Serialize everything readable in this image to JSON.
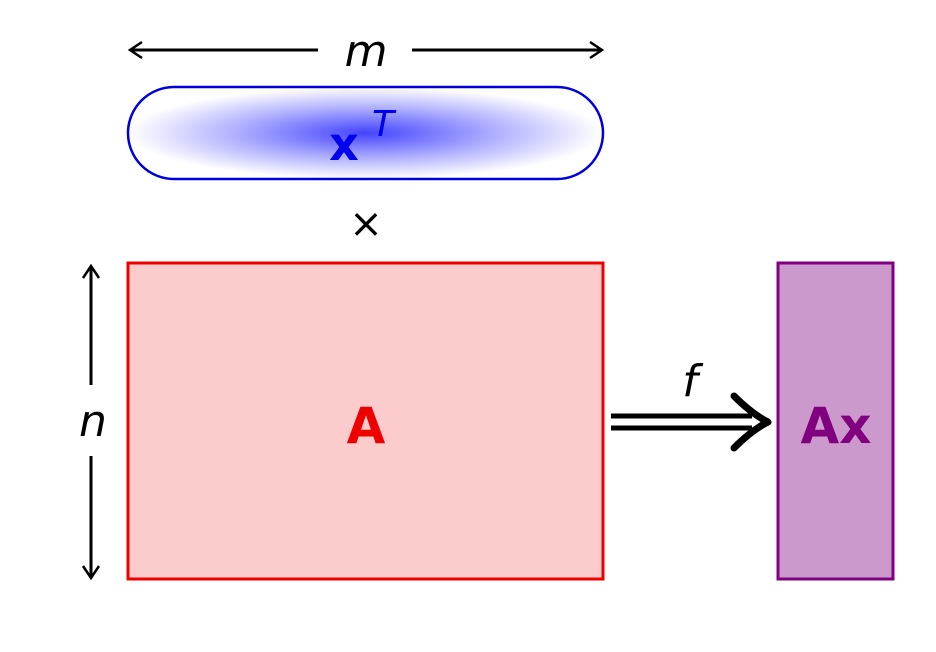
{
  "labels": {
    "m": "m",
    "n": "n",
    "vector": "x",
    "transpose": "T",
    "times": "×",
    "matrix": "A",
    "map": "f",
    "result": "Ax"
  },
  "colors": {
    "vector_stroke": "#0000dd",
    "vector_fill_center": "#4444ff",
    "vector_text": "#0000ee",
    "matrix_stroke": "#ee0000",
    "matrix_fill": "#fccbcb",
    "matrix_text": "#ee0000",
    "result_stroke": "#800080",
    "result_fill": "#cc99cc",
    "result_text": "#800080",
    "ink": "#000000"
  }
}
